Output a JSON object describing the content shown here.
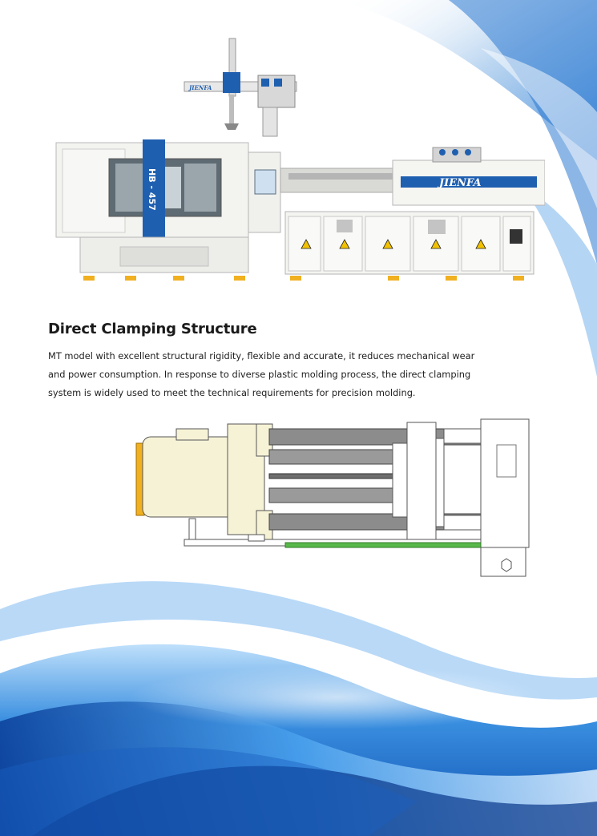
{
  "section": {
    "title": "Direct Clamping Structure",
    "paragraph_lines": [
      "MT model with excellent structural rigidity, flexible and accurate, it reduces mechanical wear",
      "and power consumption. In response to diverse plastic molding process, the direct clamping",
      "system is widely used to meet the technical requirements for precision molding."
    ]
  },
  "machine": {
    "model_label": "HB - 457",
    "brand_label": "JIENFA"
  },
  "colors": {
    "accent_blue": "#1f5fb0",
    "wave_blue": "#2f7fd6",
    "machine_white": "#f3f3f0",
    "cylinder_cream": "#f6f2d6",
    "rod_gray": "#8c8c8c",
    "base_green": "#58b84a",
    "nut_orange": "#f0b020"
  },
  "icons": [
    "warning-icon",
    "fan-vent-icon",
    "control-panel-icon"
  ]
}
